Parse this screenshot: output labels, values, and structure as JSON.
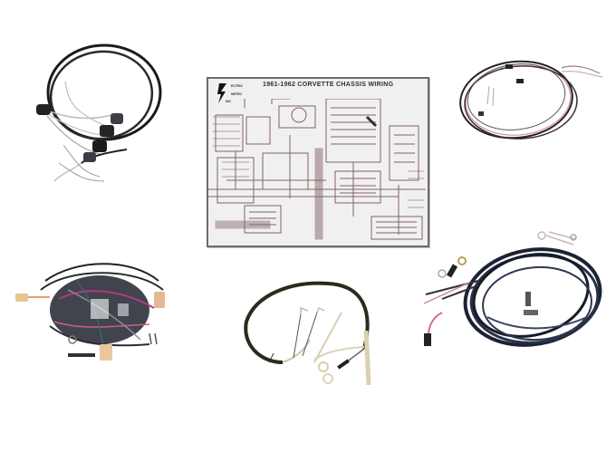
{
  "page": {
    "background": "#ffffff",
    "description": "Product collage of 1961-1962 Corvette wiring harness kit components"
  },
  "diagram": {
    "title": "1961-1962 CORVETTE   CHASSIS WIRING",
    "logo_line1": "ECTRIC",
    "logo_line2": "IMITED",
    "logo_line3": "INC",
    "frame_color": "#6b6b6b",
    "wire_color": "#6e4a4f"
  },
  "harnesses": [
    {
      "name": "coiled-black-harness-with-connectors",
      "position": "top-left",
      "color": "#1a1a1a"
    },
    {
      "name": "coiled-red-black-harness",
      "position": "top-right",
      "color": "#2a2024"
    },
    {
      "name": "dash-harness-bundle",
      "position": "bottom-left",
      "color": "#20232e"
    },
    {
      "name": "loop-harness-with-ring-terminals",
      "position": "bottom-center",
      "color": "#2b2a1c"
    },
    {
      "name": "coiled-navy-harness",
      "position": "bottom-right",
      "color": "#1c2233"
    }
  ]
}
